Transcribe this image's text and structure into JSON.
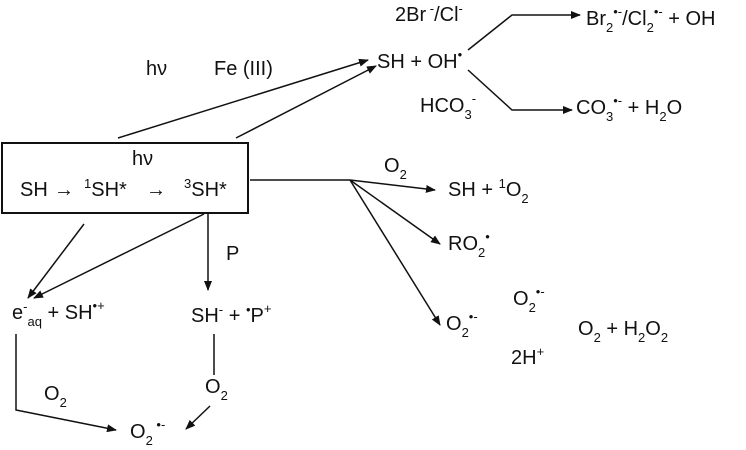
{
  "diagram": {
    "colors": {
      "stroke": "#111111",
      "text": "#111111",
      "background": "#ffffff"
    },
    "labels": {
      "hv_top": "hν",
      "fe3": "Fe (III)",
      "sh_oh": {
        "base": "SH + OH",
        "sup": "•"
      },
      "halide": {
        "a": "2Br",
        "sup1": " -",
        "b": "/Cl",
        "sup2": "-"
      },
      "bicarb": {
        "base": "HCO",
        "sub": "3",
        "sup": "-"
      },
      "br2cl2": {
        "a": "Br",
        "sub1": "2",
        "sup1": "•-",
        "b": "/Cl",
        "sub2": "2",
        "sup2": "•-",
        "c": " + OH"
      },
      "co3": {
        "a": "CO",
        "sub": "3",
        "sup": "•-",
        "b": " + H",
        "sub2": "2",
        "c": "O"
      },
      "box_hv": "hν",
      "box_sh": "SH",
      "box_arrow": "→",
      "box_singlet": {
        "sup": "1",
        "base": "SH*"
      },
      "box_triplet": {
        "sup": "3",
        "base": "SH*"
      },
      "o2_label": {
        "base": "O",
        "sub": "2"
      },
      "sh_1o2": {
        "a": "SH + ",
        "sup": "1",
        "b": "O",
        "sub": "2"
      },
      "ro2": {
        "a": "RO",
        "sub": "2",
        "sup": "•"
      },
      "o2_rad": {
        "a": "O",
        "sub": "2",
        "sup": "•-"
      },
      "o2_rad2": {
        "a": "O",
        "sub": "2",
        "sup": "•-"
      },
      "o2_h2o2": {
        "a": "O",
        "sub1": "2",
        "b": " + H",
        "sub2": "2",
        "c": "O",
        "sub3": "2"
      },
      "two_h": {
        "a": "2H",
        "sup": "+"
      },
      "p_label": "P",
      "eaq": {
        "a": "e",
        "sup": "-",
        "sub": "aq",
        "b": " + SH",
        "sup2": "•+"
      },
      "sh_p": {
        "a": "SH",
        "sup1": "-",
        "b": " + ",
        "sup2": "•",
        "c": "P",
        "sup3": "+"
      },
      "o2_left": {
        "base": "O",
        "sub": "2"
      },
      "o2_mid": {
        "base": "O",
        "sub": "2"
      },
      "o2_bottom": {
        "a": "O",
        "sub": "2",
        "sup": " •-"
      }
    }
  }
}
